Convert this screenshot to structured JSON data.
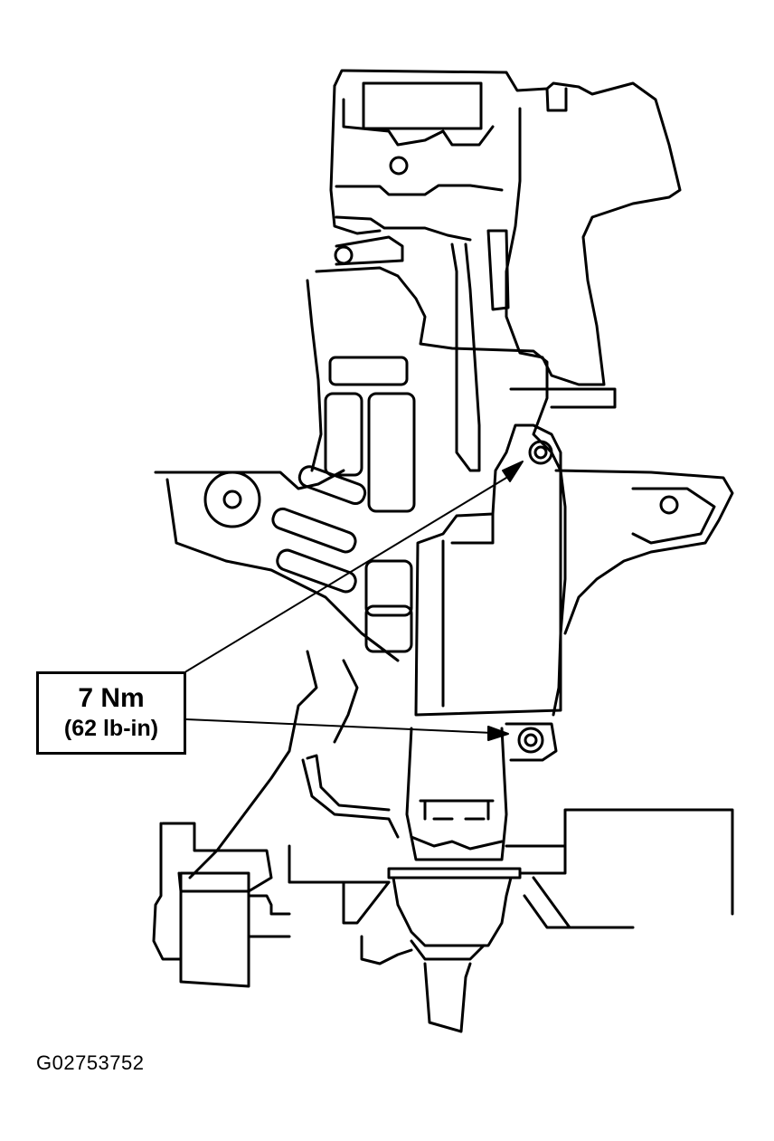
{
  "callout": {
    "torque_nm": "7 Nm",
    "torque_lbin": "(62 lb-in)"
  },
  "figure_id": "G02753752",
  "colors": {
    "ink": "#000000",
    "paper": "#ffffff"
  }
}
